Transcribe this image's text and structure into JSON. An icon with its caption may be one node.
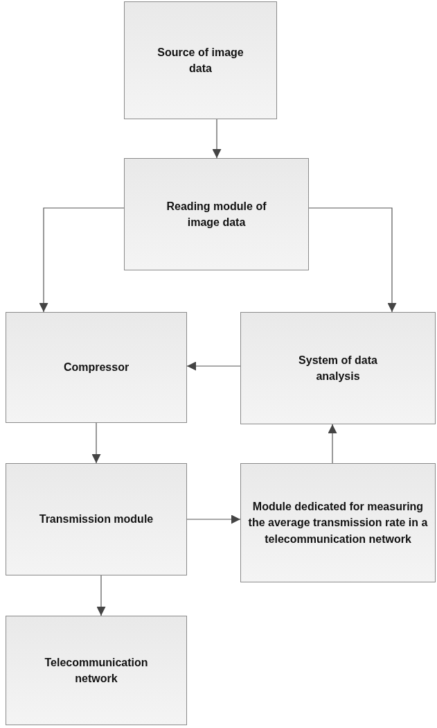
{
  "diagram": {
    "nodes": [
      {
        "text": [
          "Source of image data"
        ]
      },
      {
        "text": [
          "Reading module of image data"
        ]
      },
      {
        "text": [
          "Compressor"
        ]
      },
      {
        "text": [
          "System of data analysis"
        ]
      },
      {
        "text": [
          "Transmission module"
        ]
      },
      {
        "text": [
          "Module dedicated for measuring the average transmission rate in a telecommunication network"
        ]
      },
      {
        "text": [
          "Telecommunication network"
        ]
      }
    ],
    "edges": [
      {
        "from": 0,
        "to": 1,
        "arrow": "to"
      },
      {
        "from": 1,
        "to": 2,
        "arrow": "to"
      },
      {
        "from": 1,
        "to": 3,
        "arrow": "to"
      },
      {
        "from": 3,
        "to": 2,
        "arrow": "to"
      },
      {
        "from": 2,
        "to": 4,
        "arrow": "to"
      },
      {
        "from": 4,
        "to": 5,
        "arrow": "to"
      },
      {
        "from": 5,
        "to": 3,
        "arrow": "to"
      },
      {
        "from": 4,
        "to": 6,
        "arrow": "to"
      }
    ]
  }
}
